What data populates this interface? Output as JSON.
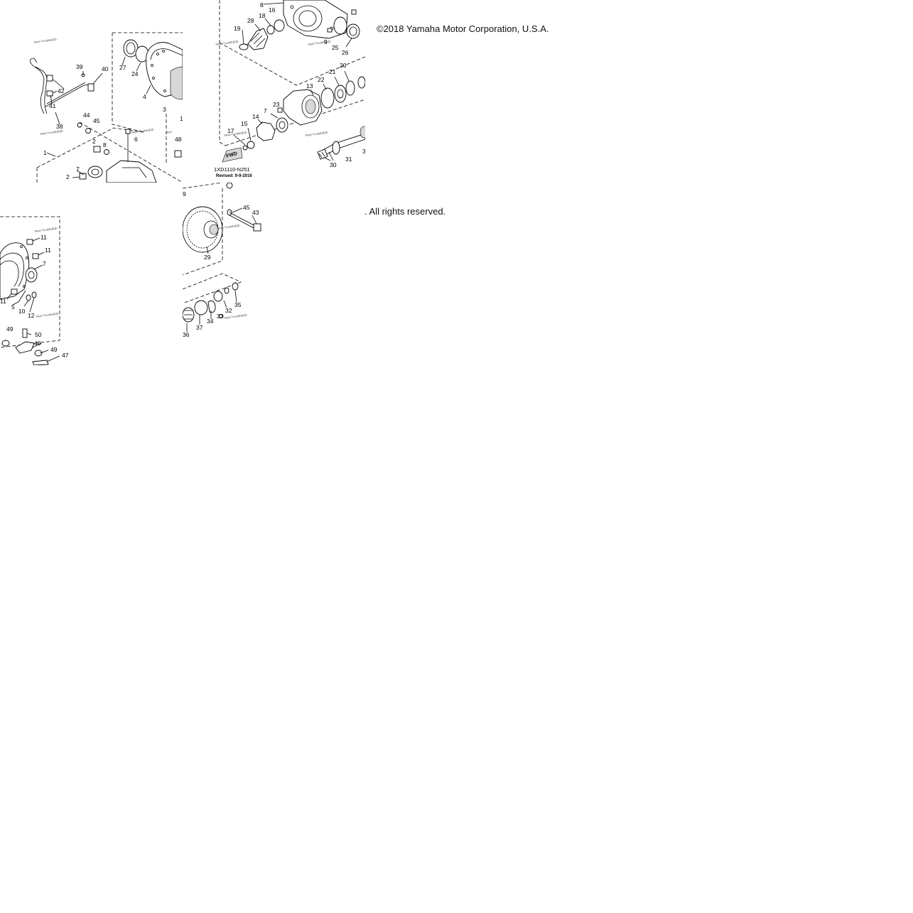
{
  "copyright": {
    "line1": "©2018 Yamaha Motor Corporation, U.S.A.",
    "line2": ". All rights reserved."
  },
  "diagram": {
    "code": "1XD1110-N251",
    "revised": "Revised: 9-9-2016",
    "fwd": "FWD",
    "tile_a_labels": [
      "39",
      "40",
      "42",
      "41",
      "38",
      "44",
      "45",
      "1",
      "2",
      "8",
      "7",
      "2",
      "27",
      "24",
      "4",
      "3",
      "1",
      "6",
      "48",
      "1"
    ],
    "tile_b_labels": [
      "8",
      "16",
      "18",
      "28",
      "19",
      "9",
      "25",
      "26",
      "22",
      "21",
      "20",
      "13",
      "23",
      "7",
      "14",
      "15",
      "17",
      "30",
      "31",
      "3"
    ],
    "tile_c_labels": [
      "11",
      "11",
      "7",
      "11",
      "5",
      "10",
      "12",
      "49",
      "50",
      "46",
      "49",
      "47"
    ],
    "tile_d_labels": [
      "9",
      "45",
      "43",
      "29",
      "36",
      "37",
      "34",
      "33",
      "32",
      "35"
    ]
  }
}
